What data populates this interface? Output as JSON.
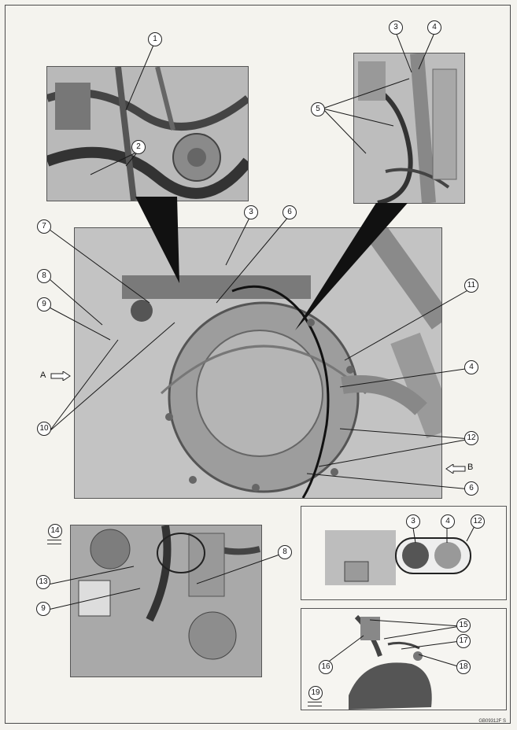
{
  "callouts": {
    "c1": "1",
    "c2": "2",
    "c3a": "3",
    "c4a": "4",
    "c5": "5",
    "c3b": "3",
    "c6a": "6",
    "c7": "7",
    "c8a": "8",
    "c9a": "9",
    "c10": "10",
    "c11": "11",
    "c4b": "4",
    "c12a": "12",
    "c6b": "6",
    "c14": "14",
    "c13": "13",
    "c8b": "8",
    "c9b": "9",
    "c3c": "3",
    "c4c": "4",
    "c12b": "12",
    "c15": "15",
    "c17": "17",
    "c16": "16",
    "c18": "18",
    "c19": "19"
  },
  "view_labels": {
    "a": "A",
    "b": "B"
  },
  "footer_code": "GB09312F S",
  "colors": {
    "line": "#1a1a1a",
    "frame": "#4a4a4a"
  }
}
